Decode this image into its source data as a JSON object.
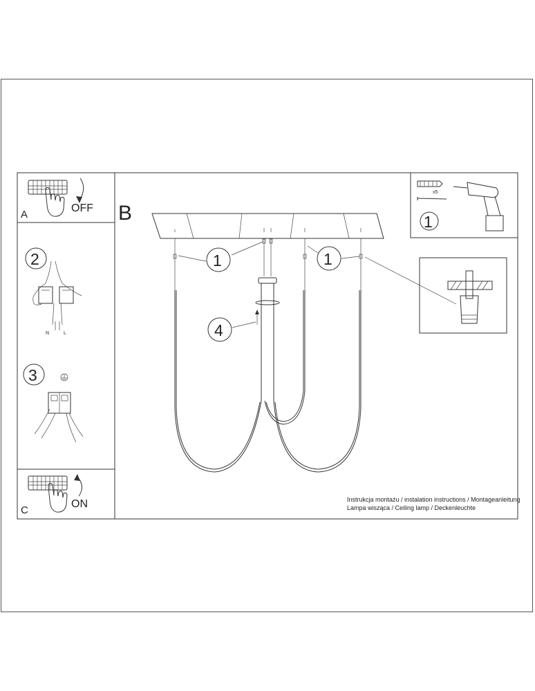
{
  "sections": {
    "A": {
      "letter": "A",
      "state": "OFF"
    },
    "B": {
      "letter": "B"
    },
    "C": {
      "letter": "C",
      "state": "ON"
    }
  },
  "steps": [
    {
      "number": "1"
    },
    {
      "number": "2",
      "wire_labels": [
        "N",
        "L"
      ]
    },
    {
      "number": "3"
    },
    {
      "number": "4"
    }
  ],
  "toolkit": {
    "number": "1",
    "quantity": "x5"
  },
  "callouts": {
    "left": "1",
    "right": "1",
    "cable": "4"
  },
  "caption": {
    "line1": "Instrukcja montażu / instalation instructions / Montageanleitung",
    "line2": "Lampa wisząca / Ceiling lamp / Deckenleuchte"
  },
  "icons": [
    "fuse-box-icon",
    "hand-icon",
    "curved-arrow-icon",
    "wall-plug-icon",
    "screw-icon",
    "drill-icon",
    "connector-block-icon",
    "ground-symbol-icon",
    "ceiling-canopy-icon",
    "anchor-detail-icon"
  ],
  "colors": {
    "line": "#333333",
    "background": "#ffffff"
  }
}
